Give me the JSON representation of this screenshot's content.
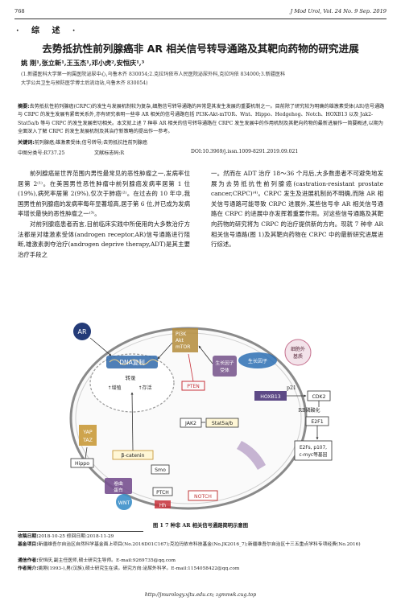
{
  "header": {
    "page_number": "768",
    "journal": "J Mod Urol, Vol. 24 No. 9 Sep. 2019"
  },
  "column_tag": "· 综 述 ·",
  "title": "去势抵抗性前列腺癌非 AR 相关信号转导通路及其靶向药物的研究进展",
  "authors": "姚 刚¹,张立新¹,王玉杰¹,邓小虎²,安恒庆¹,³",
  "affiliations": [
    "(1.新疆医科大学第一附属医院泌尿中心,乌鲁木齐 830054;2.克拉玛依市人民医院泌尿外科,克拉玛依 834000;3.新疆医科",
    "大学公共卫生与预防医学博士后流动站,乌鲁木齐 830054)"
  ],
  "abstract": {
    "label": "摘要:",
    "text": "去势抵抗性前列腺癌(CRPC)的发生与发展机制较为复杂,细胞信号转导通路的异常是其发生发展的重要机制之一。目前除了研究较为明确的雄激素受体(AR)信号通路与 CRPC 的发生发展有紧密关系外,亦有研究表明一些非 AR 相关的信号通路包括 PI3K-Akt-mTOR、Wnt、Hippo、Hedgehog、Notch、HOXB13 以及 Jak2-Stat5a/b 等与 CRPC 的发生发展密切相关。本文就上述 7 种非 AR 相关的信号转导通路在 CRPC 发生发展中的作用机制及其靶向药物的最新进展作一简要概述,以期为全面深入了解 CRPC 的发生发展机制及其治疗新策略的提出作一参考。"
  },
  "keywords": {
    "label": "关键词:",
    "text": "前列腺癌;雄激素受体;信号转导;去势抵抗性前列腺癌"
  },
  "classification": {
    "clc": "中图分类号:R737.25",
    "doc": "文献标志码:R",
    "doi": "DOI:10.3969/j.issn.1009-8291.2019.09.021"
  },
  "body_left": [
    "前列腺癌是世界范围内男性最常见的恶性肿瘤之一,发病率位居第 2⁽¹⁾。在美国男性恶性肿瘤中前列腺癌发病率居第 1 位(19%),病死率居第 2(9%),仅次于肺癌⁽²⁾。在过去的 10 年中,我国男性前列腺癌的发病率每年显著增高,居于第 6 位,并已成为发病率增长最快的恶性肿瘤之一⁽³⁾。",
    "对前列腺癌患者而言,目前临床实践中所使用的大多数治疗方法都是对雄激素受体(androgen receptor,AR)信号通路进行阻断,雄激素剥夺治疗(androgen deprive therapy,ADT)是其主要治疗手段之"
  ],
  "body_right": [
    "一。然而在 ADT 治疗 18～36 个月后,大多数患者不可避免地发展为去势抵抗性前列腺癌(castration-resistant prostate cancer,CRPC)⁽⁴⁾。CRPC 发生及进展机制尚不明确,而除 AR 相关信号通路可能导致 CRPC 进展外,某些信号非 AR 相关信号通路在 CRPC 的进展中亦发挥着重要作用。对这些信号通路及其靶向药物的研究将为 CRPC 的治疗提供新的方向。现就 7 种非 AR 相关信号通路(图 1)及其靶向药物在 CRPC 中的最新研究进展进行综述。"
  ],
  "figure": {
    "labels": {
      "ar": "AR",
      "dna": "DNA复制",
      "transcription": "转录",
      "proliferation": "↑增殖",
      "survival": "↑存活",
      "pi3k1": "PI3K",
      "pi3k2": "Akt",
      "pi3k3": "mTOR",
      "pten": "PTEN",
      "gf_receptor1": "生长因子",
      "gf_receptor2": "受体",
      "growth_factor": "生长因子",
      "ecm1": "细胞外",
      "ecm2": "基质",
      "hoxb13": "HOXB13",
      "p21": "p21",
      "cdk2": "CDK2",
      "rb": "RB磷酸化",
      "e2f1": "E2F1",
      "e2f_targets1": "E2Fs, p107,",
      "e2f_targets2": "c-myc等基因",
      "jak2": "JAK2",
      "stat": "Stat5a/b",
      "yap1": "YAP",
      "yap2": "TAZ",
      "hippo": "Hippo",
      "catenin": "β-catenin",
      "smo": "Smo",
      "frizzled1": "卷曲",
      "frizzled2": "蛋白",
      "wnt": "WNT",
      "ptch": "PTCH",
      "hh": "Hh",
      "notch": "NOTCH"
    },
    "caption": "图 1 7 种非 AR 相关信号通路简明示意图"
  },
  "footnotes": [
    {
      "label": "收稿日期:",
      "text": "2018-10-25   修回日期:2018-11-29"
    },
    {
      "label": "基金项目:",
      "text": "新疆维吾尔自治区自然科学基金面上项目(No.2016D01C167);克拉玛依市科技基金(No.JK2016_7);新疆维吾尔自治区十三五重点学科专项经费(No.2016)"
    },
    {
      "label": "通信作者:",
      "text": "安恒庆,副主任医师,硕士研究生导师。E-mail:9269735@qq.com"
    },
    {
      "label": "作者简介:",
      "text": "姚刚(1993-),男(汉族),硕士研究生在读。研究方向:泌尿外科学。E-mail:1154058422@qq.com"
    }
  ],
  "page_footer": "http://jmurology.xjtu.edu.cn; zgmnwk.cug.top",
  "colors": {
    "ar_circle": "#243b78",
    "dna_box": "#2f69aa",
    "pi3k_box": "#b38b3a",
    "pten_red": "#c8313a",
    "receptor_purple": "#7b5a8f",
    "growth_factor_blue": "#2b6fb3",
    "ecm_pink": "#c46e8c",
    "hoxb13_purple": "#5d4a86",
    "yap_gold": "#c99a3a",
    "catenin_gold": "#c99a3a",
    "frizzled_purple": "#77508f",
    "wnt_blue": "#3c8fc9",
    "notch_red": "#c23a3a"
  }
}
